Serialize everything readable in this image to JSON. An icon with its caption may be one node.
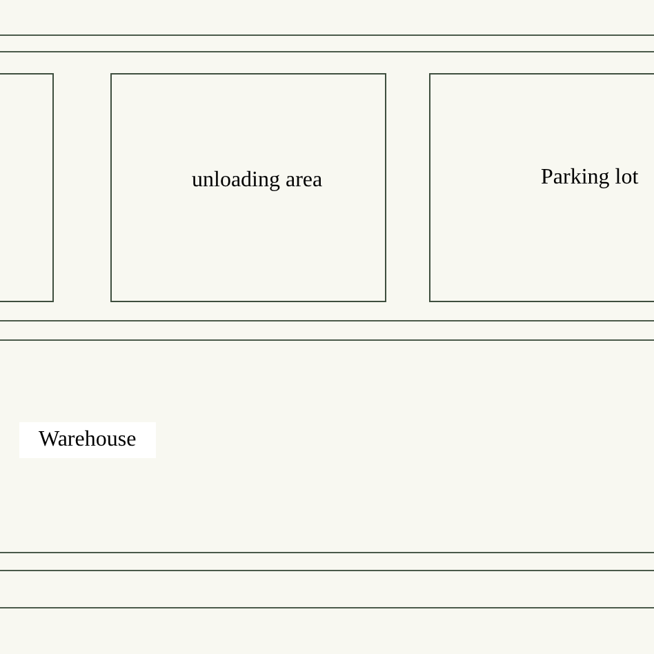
{
  "diagram": {
    "nodes": [
      {
        "text": [],
        "shape": "box"
      },
      {
        "text": [
          "unloading area"
        ]
      },
      {
        "text": [
          "Parking lot"
        ]
      },
      {
        "text": [
          "Warehouse"
        ]
      }
    ]
  }
}
